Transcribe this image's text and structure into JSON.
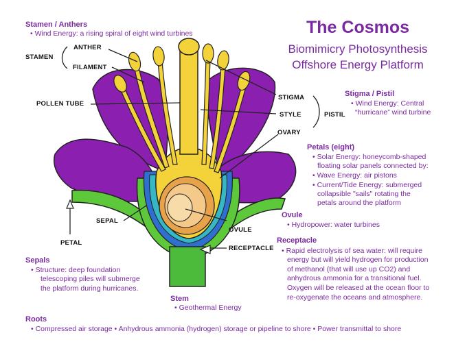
{
  "title": "The Cosmos",
  "subtitle_line1": "Biomimicry Photosynthesis",
  "subtitle_line2": "Offshore Energy Platform",
  "colors": {
    "accent": "#7a2aa0",
    "petal": "#8a1fb0",
    "sepal": "#5cc83a",
    "receptacle": "#33aa66",
    "yellow": "#f4d23a",
    "blue": "#2f6fd0"
  },
  "sections": {
    "stamen_heading": "Stamen / Anthers",
    "stamen_item1": "• Wind Energy: a rising spiral of eight wind turbines",
    "stigma_heading": "Stigma / Pistil",
    "stigma_item1a": "• Wind Energy: Central",
    "stigma_item1b": "“hurricane” wind turbine",
    "petals_heading": "Petals (eight)",
    "petals_item1a": "• Solar Energy: honeycomb-shaped",
    "petals_item1b": "floating solar panels connected by:",
    "petals_item2": "• Wave Energy: air pistons",
    "petals_item3a": "• Current/Tide Energy: submerged",
    "petals_item3b": "collapsible \"sails\" rotating the",
    "petals_item3c": "petals around the platform",
    "ovule_heading": "Ovule",
    "ovule_item1": "• Hydropower: water turbines",
    "receptacle_heading": "Receptacle",
    "receptacle_line1": "• Rapid electrolysis of sea water: will require",
    "receptacle_line2": "energy but will yield hydrogen for production",
    "receptacle_line3": "of methanol (that will use up CO2) and",
    "receptacle_line4": "anhydrous ammonia for a transitional fuel.",
    "receptacle_line5": "Oxygen will be released at the ocean floor to",
    "receptacle_line6": "re-oxygenate the oceans and atmosphere.",
    "sepals_heading": "Sepals",
    "sepals_line1": "• Structure: deep foundation",
    "sepals_line2": "telescoping piles will submerge",
    "sepals_line3": "the platform during hurricanes.",
    "stem_heading": "Stem",
    "stem_item1": "• Geothermal Energy",
    "roots_heading": "Roots",
    "roots_item1": "• Compressed air storage • Anhydrous ammonia (hydrogen) storage or pipeline to shore • Power transmittal to shore"
  },
  "labels": {
    "stamen": "STAMEN",
    "anther": "ANTHER",
    "filament": "FILAMENT",
    "pollen_tube": "POLLEN TUBE",
    "stigma": "STIGMA",
    "style": "STYLE",
    "pistil": "PISTIL",
    "ovary": "OVARY",
    "sepal": "SEPAL",
    "petal": "PETAL",
    "ovule": "OVULE",
    "receptacle": "RECEPTACLE"
  }
}
